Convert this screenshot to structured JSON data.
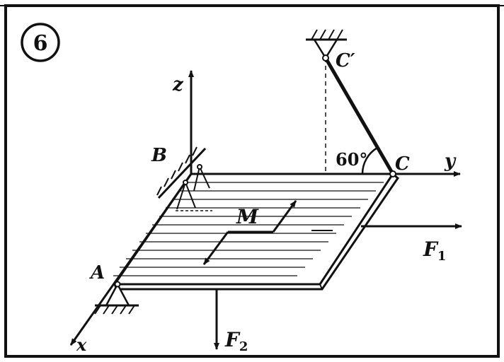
{
  "problem_number": "6",
  "labels": {
    "z": "z",
    "y": "y",
    "x": "x",
    "A": "A",
    "B": "B",
    "C": "C",
    "C_prime": "C′",
    "M": "M",
    "F1": "F",
    "F1_sub": "1",
    "F2": "F",
    "F2_sub": "2",
    "angle": "60°"
  },
  "colors": {
    "ink": "#111111",
    "background": "#ffffff"
  }
}
